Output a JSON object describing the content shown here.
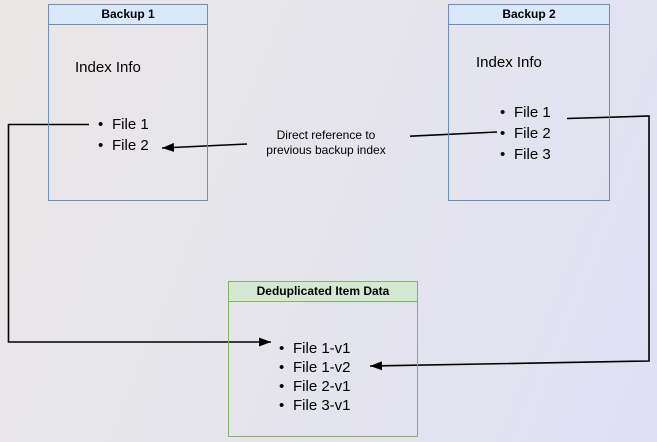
{
  "nodes": {
    "backup1": {
      "title": "Backup 1",
      "label": "Index Info",
      "files": [
        "File 1",
        "File 2"
      ]
    },
    "backup2": {
      "title": "Backup 2",
      "label": "Index Info",
      "files": [
        "File 1",
        "File 2",
        "File 3"
      ]
    },
    "dedup": {
      "title": "Deduplicated Item Data",
      "items": [
        "File 1-v1",
        "File 1-v2",
        "File 2-v1",
        "File 3-v1"
      ]
    }
  },
  "edges": [
    {
      "from": "Backup 1 / File 1",
      "to": "Deduplicated Item Data / File 1-v1",
      "label": ""
    },
    {
      "from": "Backup 2 / File 1",
      "to": "Deduplicated Item Data / File 1-v2",
      "label": ""
    },
    {
      "from": "Backup 2 / File 2",
      "to": "Backup 1 / File 2",
      "label": "Direct reference to previous backup index"
    }
  ],
  "colors": {
    "blue_fill": "#dae8fc",
    "blue_border": "#6c8ebf",
    "green_fill": "#d5e8d4",
    "green_border": "#82b366",
    "arrow": "#000000",
    "background_left": "#e9e7e5",
    "background_right": "#dfe0f4"
  }
}
